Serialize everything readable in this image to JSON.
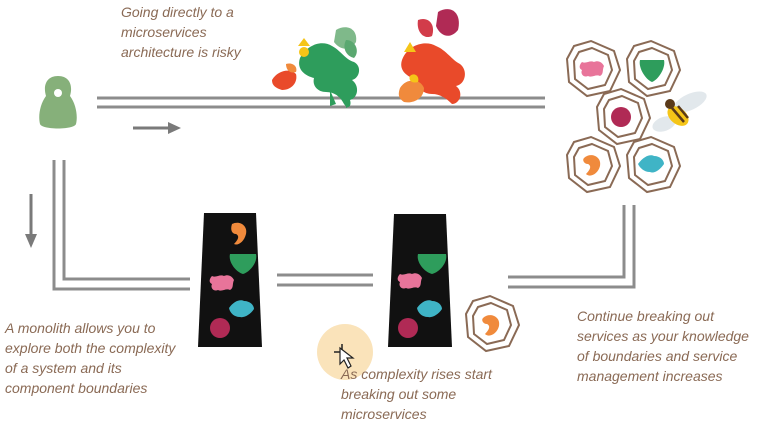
{
  "captions": {
    "top": "Going directly to a\nmicroservices\narchitecture is risky",
    "left": "A monolith allows you to\nexplore both the complexity\nof a system and its\ncomponent boundaries",
    "middle": "As complexity rises start\nbreaking out some\nmicroservices",
    "right": "Continue breaking out\nservices as your knowledge\nof boundaries and service\nmanagement increases"
  },
  "colors": {
    "line": "#8c8c8c",
    "arrow": "#7a7a7a",
    "caption": "#8a6a55",
    "person": "#86b07a",
    "hexagon": "#8a6a55",
    "monolith": "#111111",
    "pink": "#e8749a",
    "green": "#2e9d5c",
    "orange": "#f08a3c",
    "teal": "#3fb4c6",
    "crimson": "#b02a55",
    "cursor_halo": "#f9dca9"
  },
  "icons": {
    "start": "person-icon",
    "path_top": "dragon-icon",
    "microservice_end": "bee-icon",
    "pointer": "cursor-icon"
  }
}
